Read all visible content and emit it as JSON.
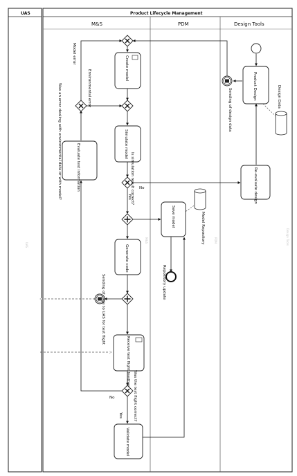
{
  "pools": {
    "uas_title": "UAS",
    "plm_title": "Product Lifecycle Management"
  },
  "lanes": [
    {
      "key": "ms",
      "title": "M&S",
      "watermark": "M&S"
    },
    {
      "key": "pdm",
      "title": "PDM",
      "watermark": "PDM"
    },
    {
      "key": "dt",
      "title": "Design Tools",
      "watermark": "Design Tools"
    }
  ],
  "uas_watermark": "UAS",
  "tasks": {
    "create_model": "Create model",
    "simulate_model": "Simulate model",
    "evaluate_info": "Evaluate test information",
    "generate_code": "Generate code",
    "receive_feedback": "Receive test flight feedback",
    "validate_model": "Validate model",
    "save_model": "Save model",
    "product_design": "Product Design",
    "re_evaluate": "Re-evaluate design"
  },
  "data_objects": {
    "model_repository": "Model Repository",
    "design_data": "Design Data"
  },
  "events": {
    "sending_design_data": "Sending of design data",
    "sending_code": "Sending of code to UAS for test flight",
    "repository_update": "Repository update"
  },
  "gateways": {
    "simulation_question": "Is simulation result correct?",
    "test_flight_question": "Was the test flight correct?",
    "error_question": "Was an error dealing with environmental data or with model?"
  },
  "flow_labels": {
    "yes_1": "Yes",
    "no_1": "No",
    "yes_2": "Yes",
    "no_2": "No",
    "model_error": "Model error",
    "env_error": "Environmental error"
  }
}
